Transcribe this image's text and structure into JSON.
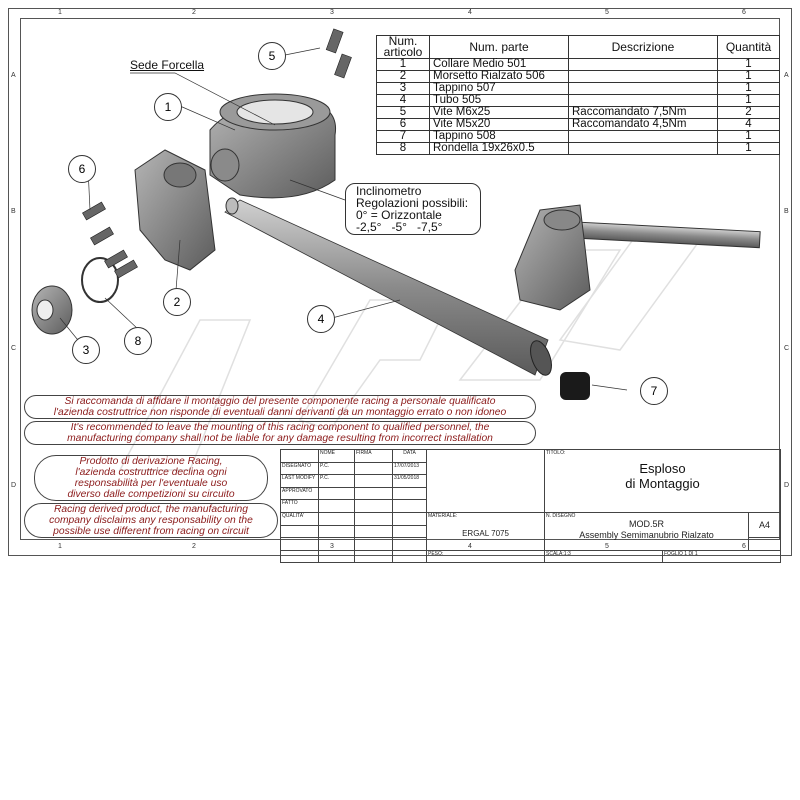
{
  "zones": {
    "cols": [
      "1",
      "2",
      "3",
      "4",
      "5",
      "6"
    ],
    "rows": [
      "A",
      "B",
      "C",
      "D"
    ]
  },
  "parts_table": {
    "headers": [
      "Num. articolo",
      "Num. parte",
      "Descrizione",
      "Quantità"
    ],
    "rows": [
      [
        "1",
        "Collare Medio 501",
        "",
        "1"
      ],
      [
        "2",
        "Morsetto Rialzato 506",
        "",
        "1"
      ],
      [
        "3",
        "Tappino 507",
        "",
        "1"
      ],
      [
        "4",
        "Tubo 505",
        "",
        "1"
      ],
      [
        "5",
        "Vite M6x25",
        "Raccomandato 7,5Nm",
        "2"
      ],
      [
        "6",
        "Vite M5x20",
        "Raccomandato 4,5Nm",
        "4"
      ],
      [
        "7",
        "Tappino 508",
        "",
        "1"
      ],
      [
        "8",
        "Rondella 19x26x0.5",
        "",
        "1"
      ]
    ]
  },
  "labels": {
    "sede": "Sede Forcella",
    "incl": [
      "Inclinometro",
      "Regolazioni possibili:",
      "0° = Orizzontale",
      "-2,5°   -5°   -7,5°"
    ]
  },
  "callouts": [
    "1",
    "2",
    "3",
    "4",
    "5",
    "6",
    "7",
    "8"
  ],
  "watermark": "RACING",
  "notes": {
    "it_1": [
      "Si raccomanda di affidare il montaggio del presente componente racing a personale qualificato",
      "l'azienda costruttrice non risponde di eventuali danni derivanti da un montaggio errato o non idoneo"
    ],
    "en_1": [
      "It's recommended to leave the mounting of this racing component to qualified personnel, the",
      "manufacturing company shall not be liable for any damage resulting from incorrect installation"
    ],
    "it_2": [
      "Prodotto di derivazione Racing,",
      "l'azienda costruttrice declina ogni",
      "responsabilità per l'eventuale uso",
      "diverso dalle competizioni su circuito"
    ],
    "en_2": [
      "Racing derived product, the manufacturing",
      "company disclaims any responsability on the",
      "possible use different from racing on circuit"
    ]
  },
  "title_block": {
    "nome": "NOME",
    "firma": "FIRMA",
    "data": "DATA",
    "rows": [
      [
        "DISEGNATO",
        "P.C.",
        "17/07/2013"
      ],
      [
        "LAST MODIFY",
        "P.C.",
        "31/05/2018"
      ],
      [
        "APPROVATO",
        "",
        ""
      ],
      [
        "FATTO",
        "",
        ""
      ],
      [
        "QUALITA'",
        "",
        ""
      ]
    ],
    "titolo_label": "TITOLO:",
    "titolo": [
      "Esploso",
      "di Montaggio"
    ],
    "materiale_label": "MATERIALE:",
    "materiale": "ERGAL 7075",
    "ndisegno_label": "N. DISEGNO",
    "ndisegno": [
      "MOD.5R",
      "Assembly Semimanubrio Rialzato"
    ],
    "format": "A4",
    "peso": "PESO:",
    "scala": "SCALA:1:3",
    "foglio": "FOGLIO 1 DI 1"
  }
}
